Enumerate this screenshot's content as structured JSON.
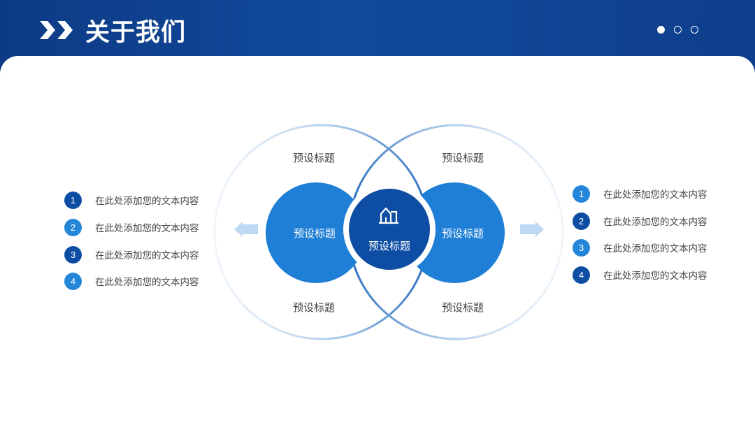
{
  "header": {
    "title": "关于我们",
    "pager": {
      "count": 3,
      "active": 1
    }
  },
  "diagram": {
    "center_label": "预设标题",
    "center_icon": "building-icon",
    "left_circle_label": "预设标题",
    "right_circle_label": "预设标题",
    "top_left_label": "预设标题",
    "top_right_label": "预设标题",
    "bottom_left_label": "预设标题",
    "bottom_right_label": "预设标题",
    "left_arrow_icon": "arrow-left-icon",
    "right_arrow_icon": "arrow-right-icon"
  },
  "left_list": {
    "items": [
      {
        "number": "1",
        "text": "在此处添加您的文本内容"
      },
      {
        "number": "2",
        "text": "在此处添加您的文本内容"
      },
      {
        "number": "3",
        "text": "在此处添加您的文本内容"
      },
      {
        "number": "4",
        "text": "在此处添加您的文本内容"
      }
    ]
  },
  "right_list": {
    "items": [
      {
        "number": "1",
        "text": "在此处添加您的文本内容"
      },
      {
        "number": "2",
        "text": "在此处添加您的文本内容"
      },
      {
        "number": "3",
        "text": "在此处添加您的文本内容"
      },
      {
        "number": "4",
        "text": "在此处添加您的文本内容"
      }
    ]
  },
  "colors": {
    "header_bg": "#0f3f8c",
    "dark_blue": "#0d4da3",
    "mid_blue": "#1f7fd6",
    "light_blue": "#2486d8",
    "arrow_blue": "#bcd8f3",
    "text_gray": "#444444"
  }
}
